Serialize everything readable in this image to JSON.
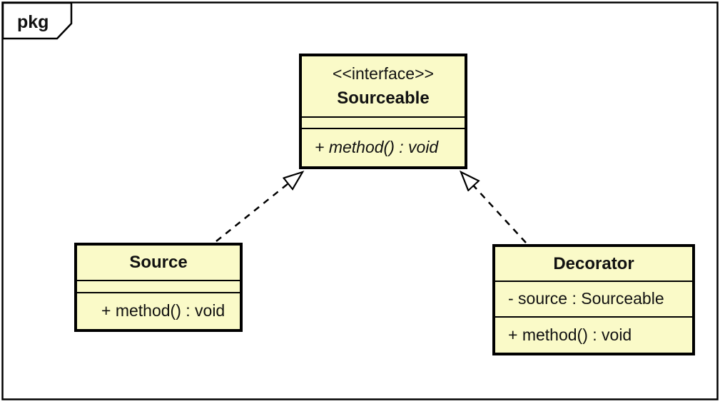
{
  "diagram": {
    "frame_tab_label": "pkg",
    "colors": {
      "class_fill": "#FAFAC8",
      "stroke": "#000000",
      "canvas_background": "#FFFFFF"
    }
  },
  "classes": {
    "sourceable": {
      "stereotype": "<<interface>>",
      "name": "Sourceable",
      "attributes": [],
      "methods": [
        "+ method() : void"
      ]
    },
    "source": {
      "name": "Source",
      "attributes": [],
      "methods": [
        "+ method() : void"
      ]
    },
    "decorator": {
      "name": "Decorator",
      "attributes": [
        "- source : Sourceable"
      ],
      "methods": [
        "+ method() : void"
      ]
    }
  },
  "relationships": [
    {
      "from": "Source",
      "to": "Sourceable",
      "type": "realization"
    },
    {
      "from": "Decorator",
      "to": "Sourceable",
      "type": "realization"
    }
  ]
}
